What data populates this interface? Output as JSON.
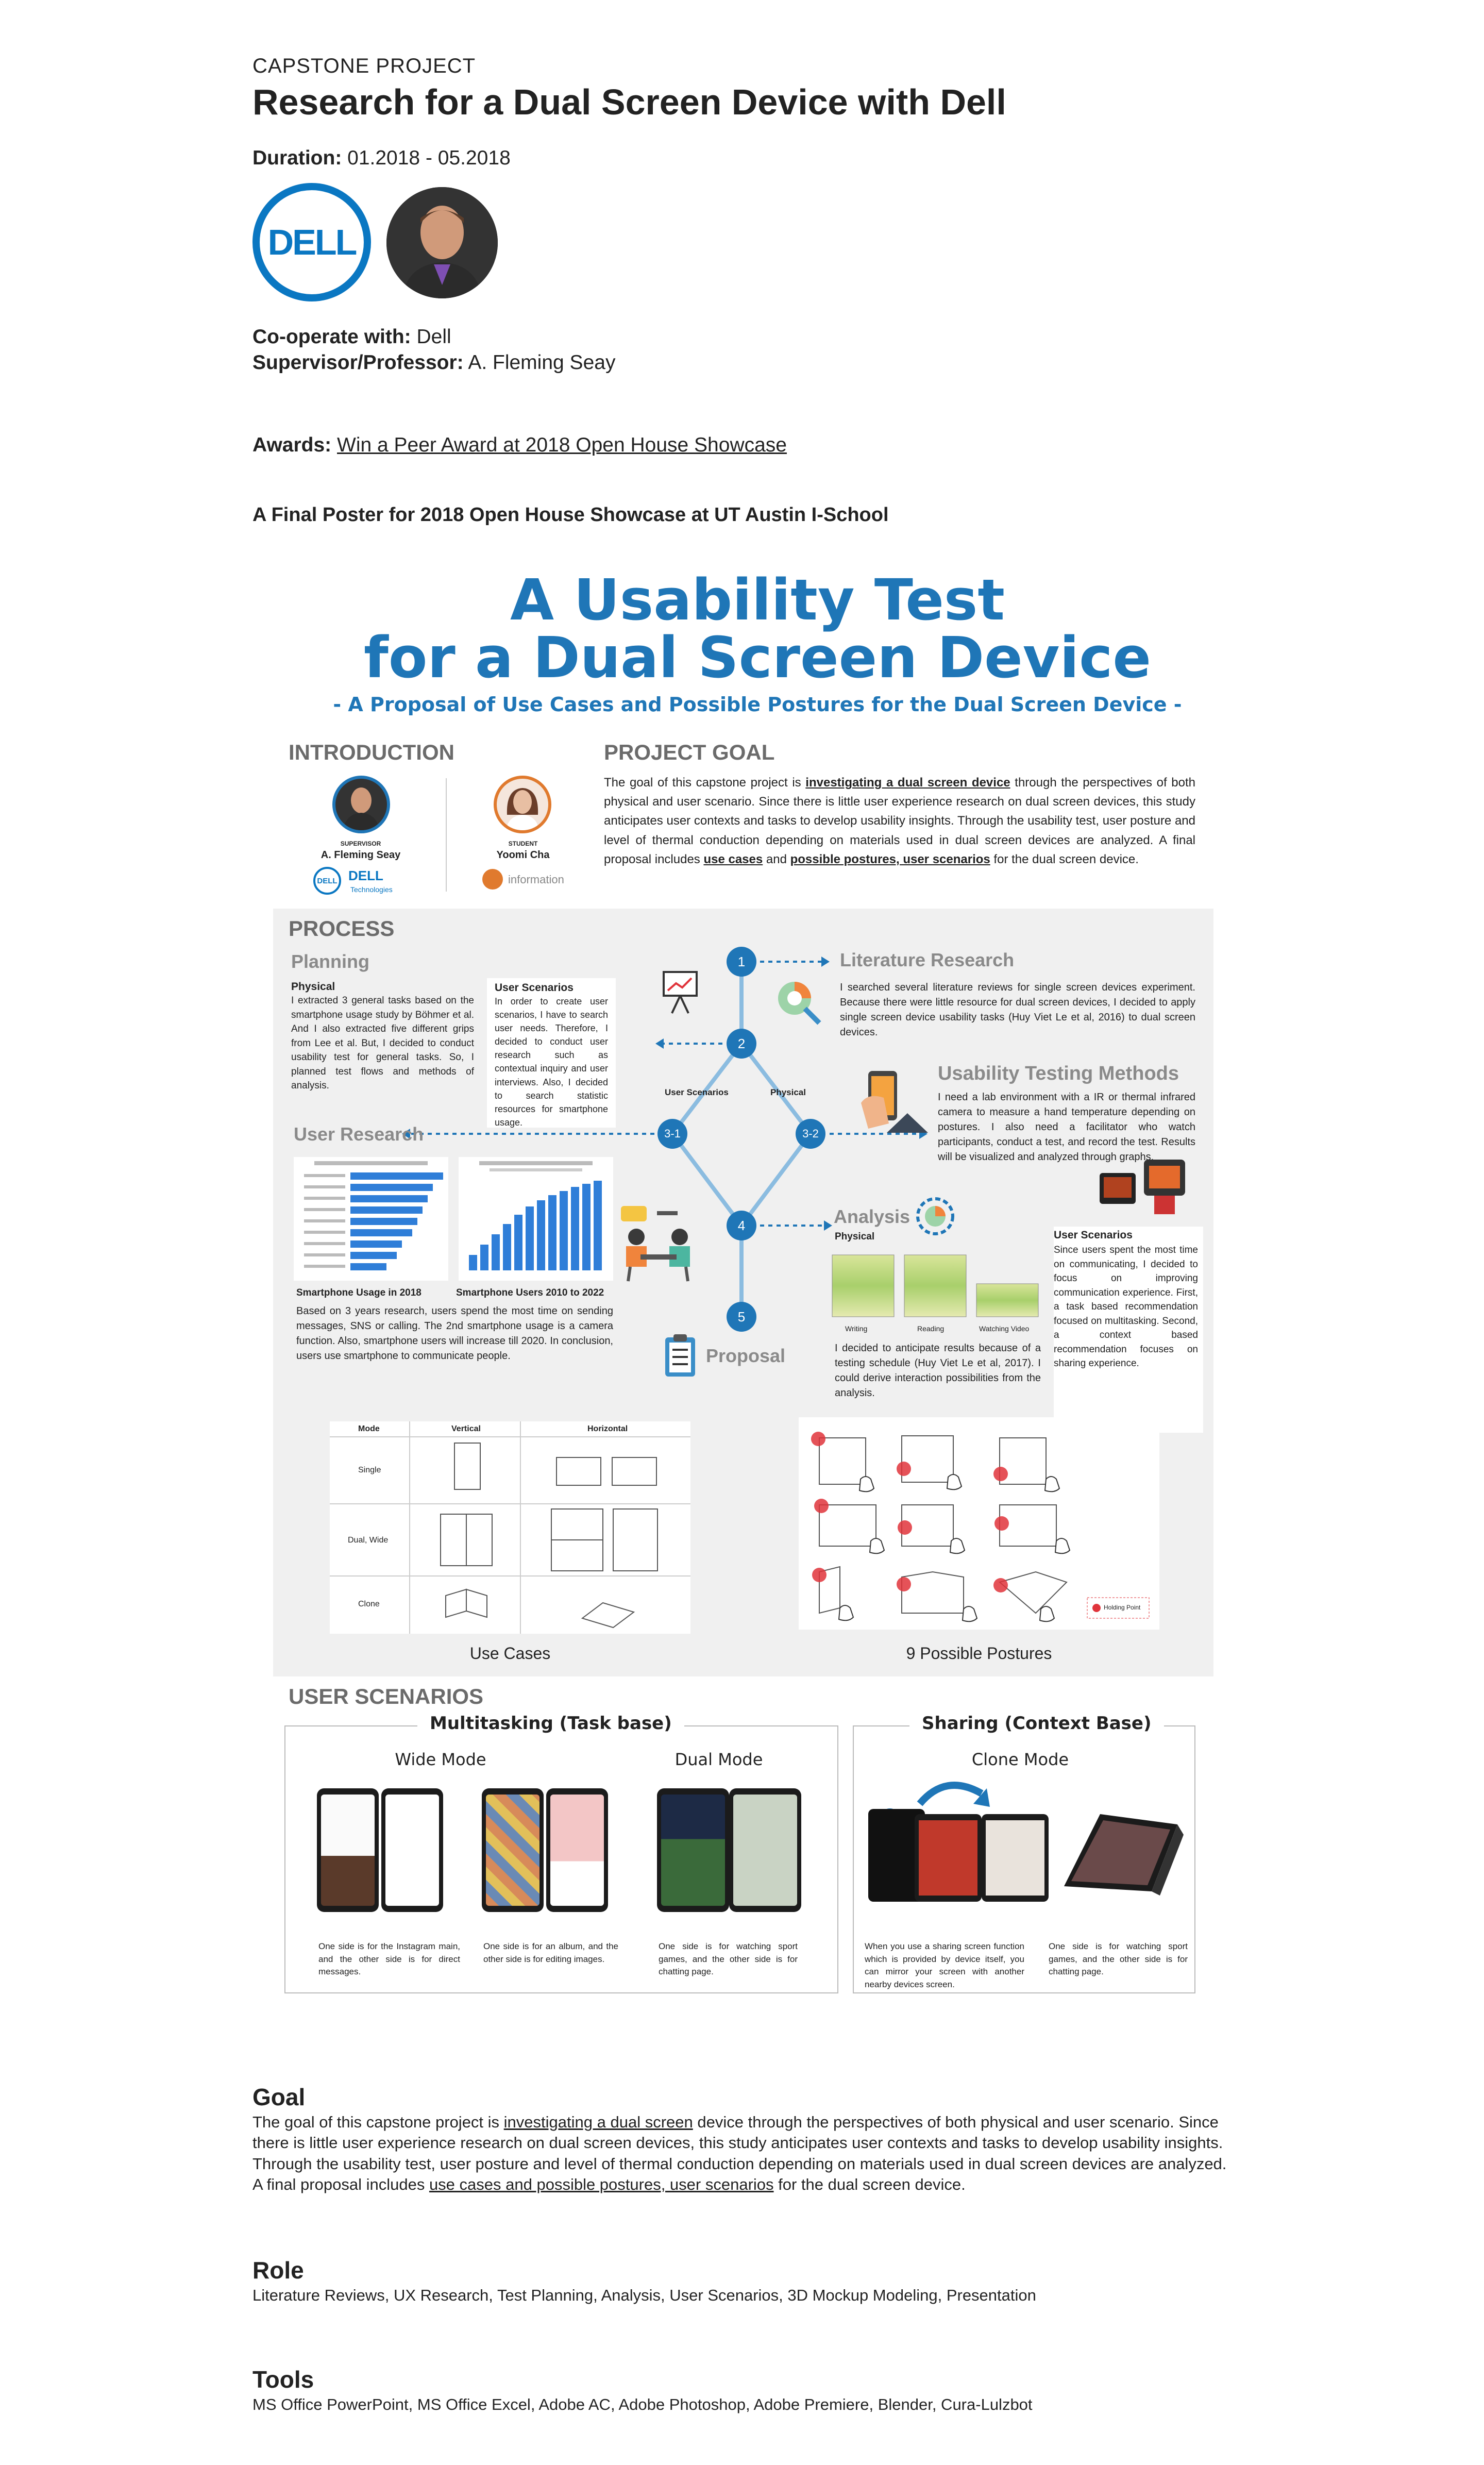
{
  "header": {
    "kicker": "CAPSTONE PROJECT",
    "title": "Research for a Dual Screen Device with Dell",
    "duration_label": "Duration:",
    "duration_value": " 01.2018 - 05.2018",
    "logo_text": "DELL",
    "cooperate_label": "Co-operate with:",
    "cooperate_value": " Dell",
    "supervisor_label": "Supervisor/Professor:",
    "supervisor_value": " A. Fleming Seay",
    "awards_label": "Awards:",
    "awards_value": "Win a Peer Award at 2018 Open House Showcase",
    "poster_heading": "A Final Poster for 2018 Open House Showcase at UT Austin I-School"
  },
  "poster": {
    "title_1": "A Usability Test",
    "title_2": "for a Dual Screen Device",
    "subtitle": "- A Proposal of Use Cases and Possible Postures for the Dual Screen Device -",
    "introduction": {
      "heading": "INTRODUCTION",
      "supervisor_role": "SUPERVISOR",
      "supervisor_name": "A. Fleming Seay",
      "student_role": "STUDENT",
      "student_name": "Yoomi Cha",
      "dell_logo": "DELL",
      "dell_tech": "Technologies",
      "school": "information"
    },
    "goal": {
      "heading": "PROJECT GOAL",
      "p1": "The goal of this capstone project is ",
      "p1_u": "investigating a dual screen device",
      "p2": " through the perspectives of both physical and user scenario. Since there is little user experience research on dual screen devices, this study anticipates user contexts and tasks to develop usability insights. Through the usability test, user posture and level of thermal conduction depending on materials used in dual screen devices are analyzed. A final proposal includes ",
      "p2_u1": "use cases",
      "p3": " and ",
      "p3_u": "possible postures, user scenarios",
      "p4": " for the dual screen device."
    },
    "process": {
      "heading": "PROCESS",
      "planning": "Planning",
      "physical_h": "Physical",
      "physical_t": "I extracted 3 general tasks based on the smartphone usage study by Böhmer et al. And I also extracted five different grips from Lee et al. But, I decided to conduct usability test for general tasks. So, I planned test flows and methods of analysis.",
      "scen_h": "User Scenarios",
      "scen_t": "In order to create user scenarios, I have to search user needs. Therefore, I decided to conduct user research such as contextual inquiry and user interviews. Also, I decided to search statistic resources for smartphone usage.",
      "lit_h": "Literature Research",
      "lit_t": "I searched several literature reviews for single screen devices experiment. Because there were little resource for dual screen devices, I decided to apply single screen device usability tasks (Huy Viet Le et al, 2016) to dual screen devices.",
      "utm_h": "Usability Testing Methods",
      "utm_t": "I need a lab environment with a IR or thermal infrared camera to measure a hand temperature depending on postures. I also need a facilitator who watch participants, conduct a test, and record the test. Results will be visualized and analyzed through graphs.",
      "ur_h": "User Research",
      "chart1_title": "Smartphone Usage in 2018",
      "chart2_title": "Smartphone Users 2010 to 2022",
      "ur_t": "Based on 3 years research, users spend the most time on sending messages, SNS or calling. The 2nd smartphone usage is a camera function. Also, smartphone users will increase till 2020. In conclusion, users use smartphone to communicate people.",
      "branch_left": "User Scenarios",
      "branch_right": "Physical",
      "nodes": [
        "1",
        "2",
        "3-1",
        "3-2",
        "4",
        "5"
      ],
      "analysis_h": "Analysis",
      "analysis_phys": "Physical",
      "heat_labels": [
        "Writing",
        "Reading",
        "Watching Video"
      ],
      "analysis_t": "I decided to anticipate results because of a testing schedule (Huy Viet Le et al, 2017). I could derive interaction possibilities from the analysis.",
      "analysis_scen_h": "User Scenarios",
      "analysis_scen_t": "Since users spent the most time on communicating, I decided to focus on improving communication experience. First, a task based recommendation focused on multitasking. Second, a context based recommendation focuses on sharing experience.",
      "proposal": "Proposal"
    },
    "use_cases": {
      "caption": "Use Cases",
      "col_mode": "Mode",
      "col_vertical": "Vertical",
      "col_horizontal": "Horizontal",
      "rows": [
        "Single",
        "Dual, Wide",
        "Clone"
      ]
    },
    "postures": {
      "caption": "9 Possible Postures",
      "legend": "Holding Point"
    },
    "scenarios": {
      "heading": "USER SCENARIOS",
      "multi_h": "Multitasking (Task base)",
      "wide": "Wide Mode",
      "dual": "Dual Mode",
      "share_h": "Sharing (Context Base)",
      "clone": "Clone Mode",
      "c1": "One side is for the Instagram main, and the other side is for direct messages.",
      "c2": "One side is for an album, and the other side is for editing images.",
      "c3": "One side is for watching sport games, and the other side is for chatting page.",
      "c4": "When you use a sharing screen function which is provided by device itself, you can mirror your screen with another nearby devices screen.",
      "c5": "One side is for watching sport games, and the other side is for chatting page."
    }
  },
  "sections": {
    "goal_h": "Goal",
    "goal_t1": "The goal of this capstone project is ",
    "goal_u1": "investigating a dual screen",
    "goal_t2": " device through the perspectives of both physical and user scenario. Since there is little user experience research on dual screen devices, this study anticipates user contexts and tasks to develop usability insights. Through the usability test, user posture and level of thermal conduction depending on materials used in dual screen devices are analyzed. A final proposal includes ",
    "goal_u2": "use cases and possible postures, user scenarios",
    "goal_t3": " for the dual screen device.",
    "role_h": "Role",
    "role_t": "Literature Reviews, UX Research, Test Planning, Analysis, User Scenarios, 3D Mockup Modeling, Presentation",
    "tools_h": "Tools",
    "tools_t": "MS Office PowerPoint, MS Office Excel, Adobe AC, Adobe Photoshop, Adobe Premiere, Blender, Cura-Lulzbot"
  },
  "colors": {
    "accent": "#1f76b7",
    "dell": "#0a77c2",
    "gray_bg": "#f0f0f0",
    "holding": "#e0343b"
  }
}
